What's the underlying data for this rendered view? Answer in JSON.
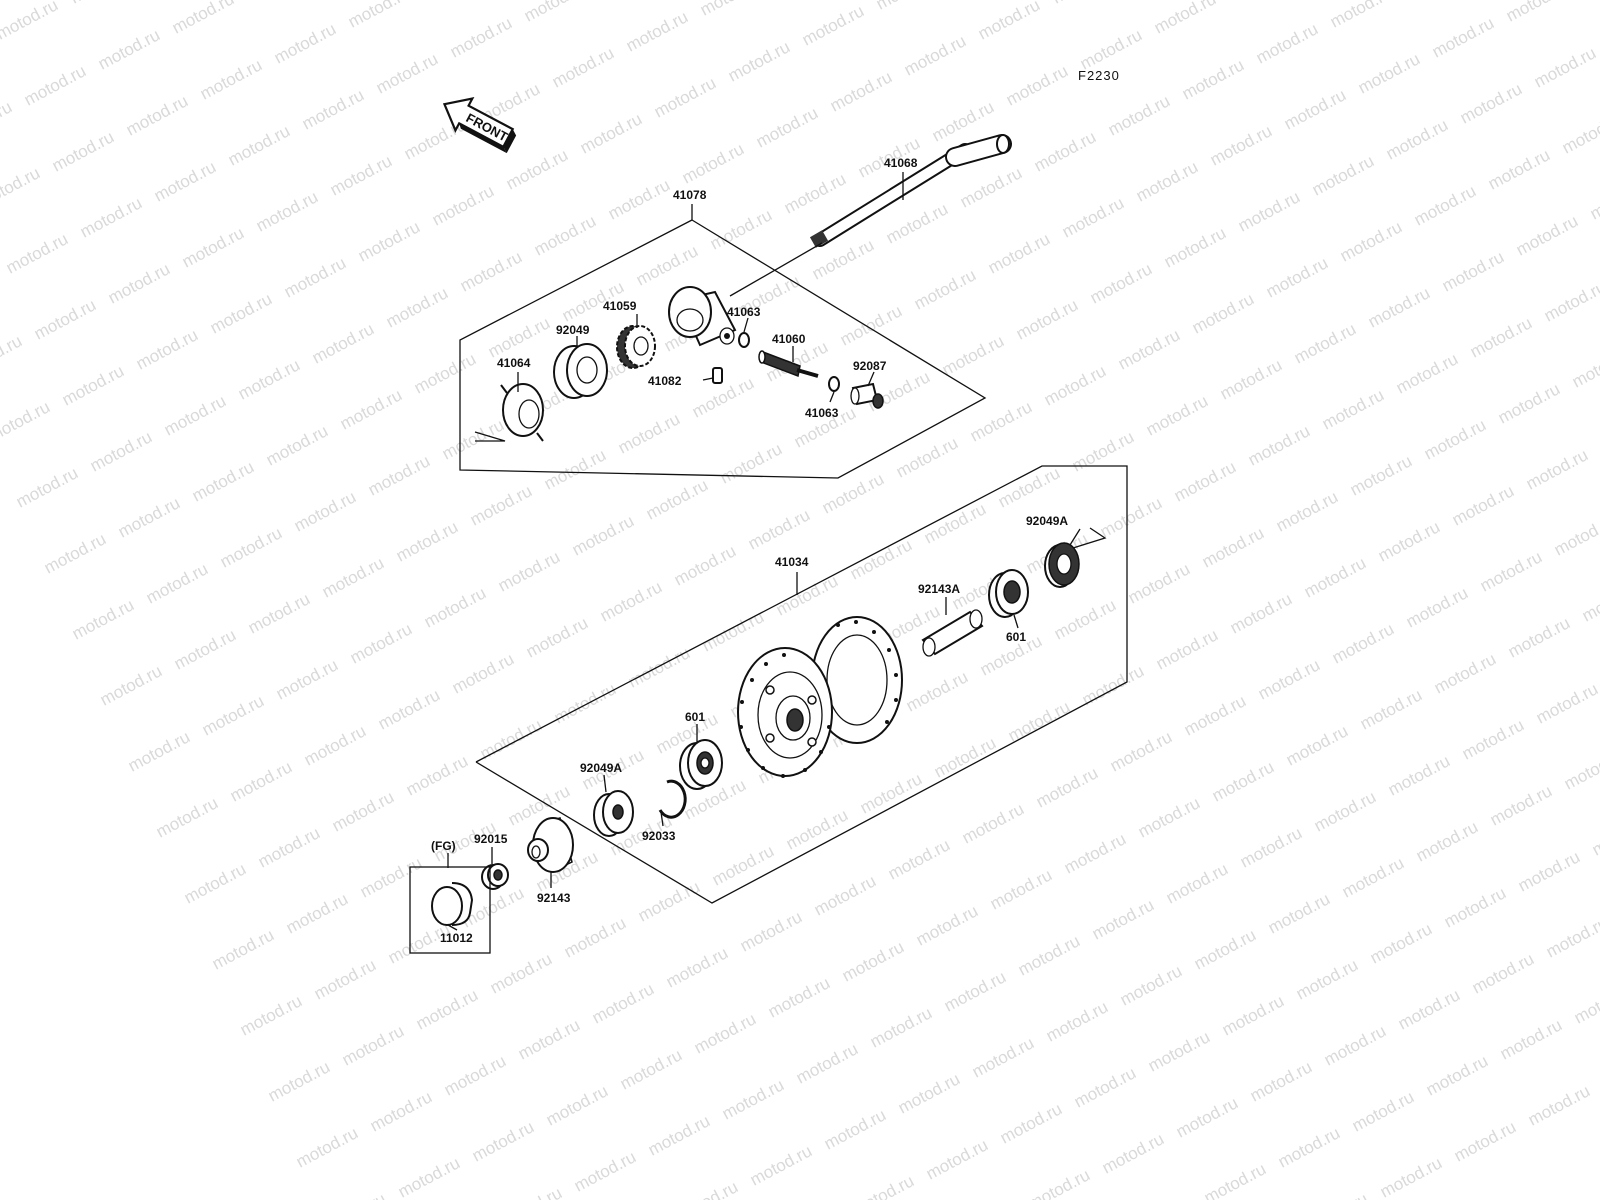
{
  "figure_code": "F2230",
  "watermark": "motod.ru",
  "front_label": "FRONT",
  "fg_label": "(FG)",
  "parts": {
    "axle": "41068",
    "gear_housing_assy": "41078",
    "gear_housing_retainer": "41064",
    "bearing_small": "92049",
    "drive_gear": "41059",
    "washer_upper": "41063",
    "pinion": "41060",
    "pin": "41082",
    "bushing": "92087",
    "washer_lower": "41063",
    "hub_assy": "41034",
    "seal_right": "92049A",
    "spacer_long": "92143A",
    "bearing_right": "601",
    "bearing_left": "601",
    "seal_left": "92049A",
    "circlip": "92033",
    "collar": "92015",
    "spacer_left": "92143",
    "cap": "11012"
  }
}
